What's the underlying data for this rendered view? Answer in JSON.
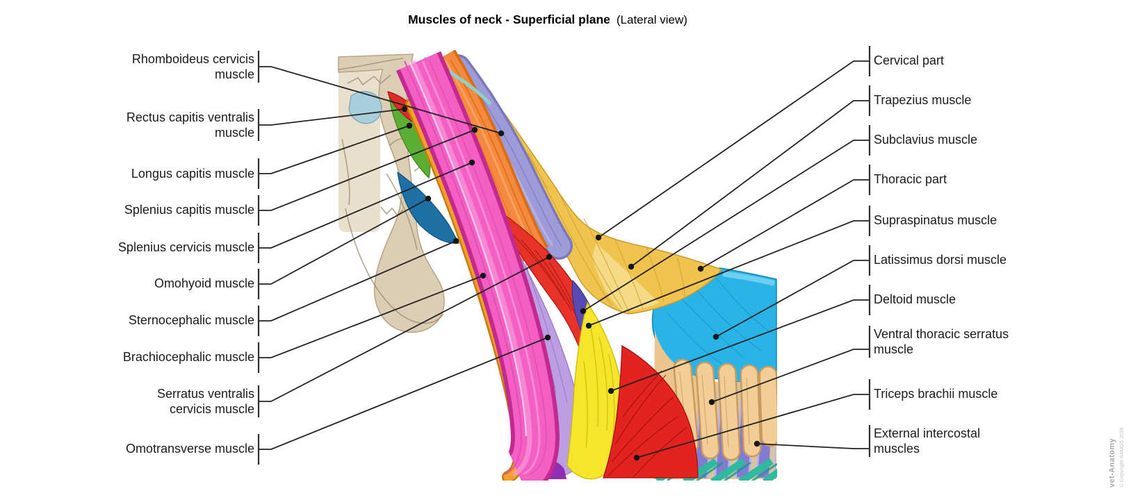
{
  "title": {
    "main": "Muscles of neck - Superficial plane",
    "view": "(Lateral view)"
  },
  "left_labels": [
    {
      "text": "Rhomboideus cervicis\nmuscle"
    },
    {
      "text": "Rectus capitis ventralis\nmuscle"
    },
    {
      "text": "Longus capitis muscle"
    },
    {
      "text": "Splenius capitis muscle"
    },
    {
      "text": "Splenius cervicis muscle"
    },
    {
      "text": "Omohyoid muscle"
    },
    {
      "text": "Sternocephalic muscle"
    },
    {
      "text": "Brachiocephalic muscle"
    },
    {
      "text": "Serratus ventralis\ncervicis muscle"
    },
    {
      "text": "Omotransverse muscle"
    }
  ],
  "right_labels": [
    {
      "text": "Cervical part"
    },
    {
      "text": "Trapezius muscle"
    },
    {
      "text": "Subclavius muscle"
    },
    {
      "text": "Thoracic part"
    },
    {
      "text": "Supraspinatus muscle"
    },
    {
      "text": "Latissimus dorsi muscle"
    },
    {
      "text": "Deltoid muscle"
    },
    {
      "text": "Ventral thoracic serratus\nmuscle"
    },
    {
      "text": "Triceps brachii muscle"
    },
    {
      "text": "External intercostal\nmuscles"
    }
  ],
  "watermark": {
    "brand": "vet-Anatomy",
    "copyright": "© Copyright IMAIOS 2026"
  },
  "figure": {
    "muscle_colors": {
      "skull": "#DCCDB4",
      "brachiocephalic": "#F45FC4",
      "sternocephalic": "#F2A126",
      "omohyoid": "#1D6FA4",
      "splenius": "#F58A3F",
      "rhomboideus_cervicis": "#9D9BD8",
      "trapezius": "#EFC34E",
      "serratus_ventralis_cervicis": "#E63229",
      "omotransverse": "#BE9EE3",
      "subclavius_supraspinatus": "#584AB2",
      "deltoid": "#F5E52B",
      "triceps_brachii": "#E2231F",
      "latissimus_dorsi": "#29B4E8",
      "ventral_thoracic_serratus": "#F0CA92",
      "external_intercostals": "#8F86DE",
      "longus_capitis": "#5CAD33",
      "rectus_capitis_ventralis": "#DC2B28"
    }
  }
}
